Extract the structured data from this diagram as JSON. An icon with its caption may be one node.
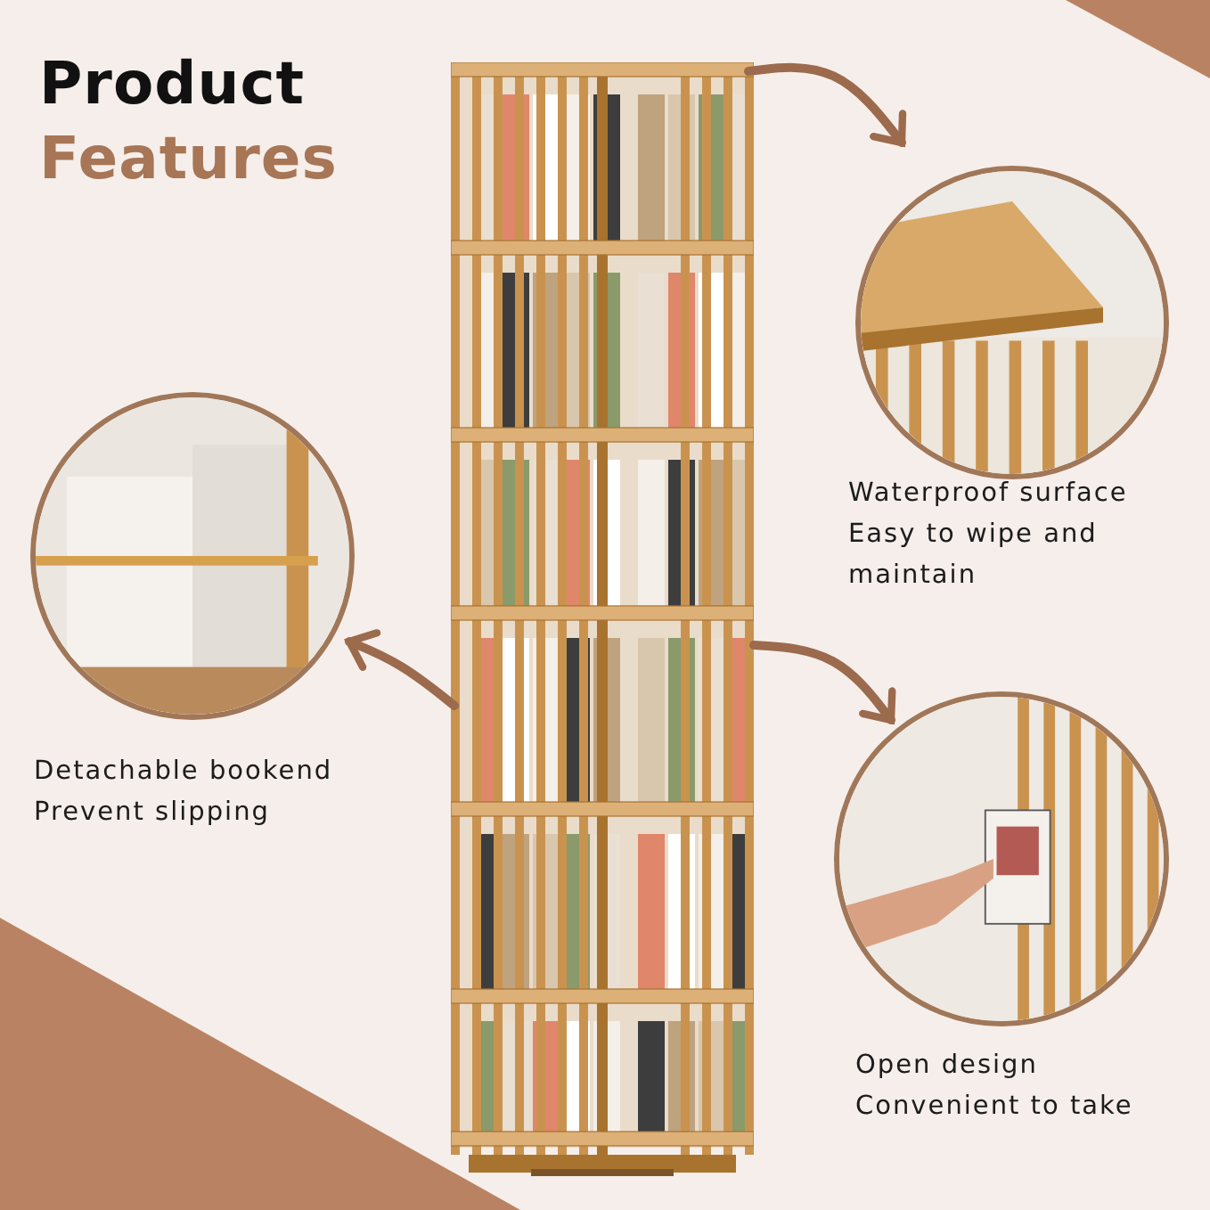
{
  "diagram": {
    "title": "Product Features",
    "nodes": [
      {
        "text": [],
        "shape": "picture"
      },
      {
        "text": [],
        "shape": "picture",
        "beside": [
          "Waterproof surface",
          "Easy to wipe and maintain"
        ]
      },
      {
        "text": [],
        "shape": "picture",
        "beside": [
          "Detachable bookend",
          "Prevent slipping"
        ]
      },
      {
        "text": [],
        "shape": "picture",
        "beside": [
          "Open design",
          "Convenient to take"
        ]
      }
    ],
    "edges": [
      {
        "from": 0,
        "to": 1,
        "arrow": "to"
      },
      {
        "from": 0,
        "to": 2,
        "arrow": "to"
      },
      {
        "from": 0,
        "to": 3,
        "arrow": "to"
      }
    ]
  }
}
